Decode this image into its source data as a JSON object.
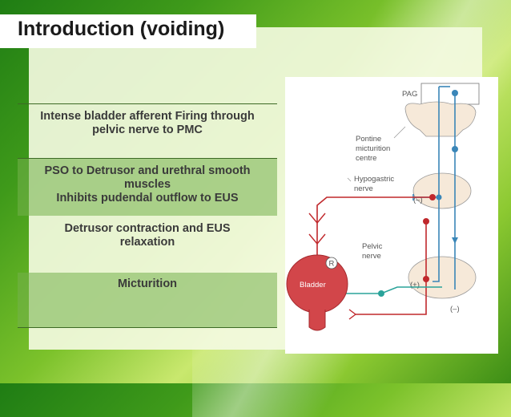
{
  "slide": {
    "title": "Introduction (voiding)"
  },
  "steps": [
    {
      "line1": "Intense bladder afferent Firing through",
      "line2": "pelvic nerve to PMC",
      "line3": ""
    },
    {
      "line1": "PSO to Detrusor and urethral smooth",
      "line2": "muscles",
      "line3": "Inhibits pudendal outflow to EUS"
    },
    {
      "line1": "Detrusor contraction and  EUS",
      "line2": "relaxation",
      "line3": ""
    },
    {
      "line1": "Micturition",
      "line2": "",
      "line3": ""
    }
  ],
  "diagram": {
    "pag_label": "PAG",
    "pmc_label_1": "Pontine",
    "pmc_label_2": "micturition",
    "pmc_label_3": "centre",
    "hypogastric_label_1": "Hypogastric",
    "hypogastric_label_2": "nerve",
    "pelvic_label_1": "Pelvic",
    "pelvic_label_2": "nerve",
    "bladder_label": "Bladder",
    "receptor_label": "R",
    "minus_upper": "(–)",
    "plus_lower": "(+)",
    "minus_lower": "(–)",
    "colors": {
      "pathway_blue": "#3a86b8",
      "pathway_red": "#c0282c",
      "pathway_teal": "#2aa39a",
      "bladder_red": "#d2464a"
    }
  }
}
